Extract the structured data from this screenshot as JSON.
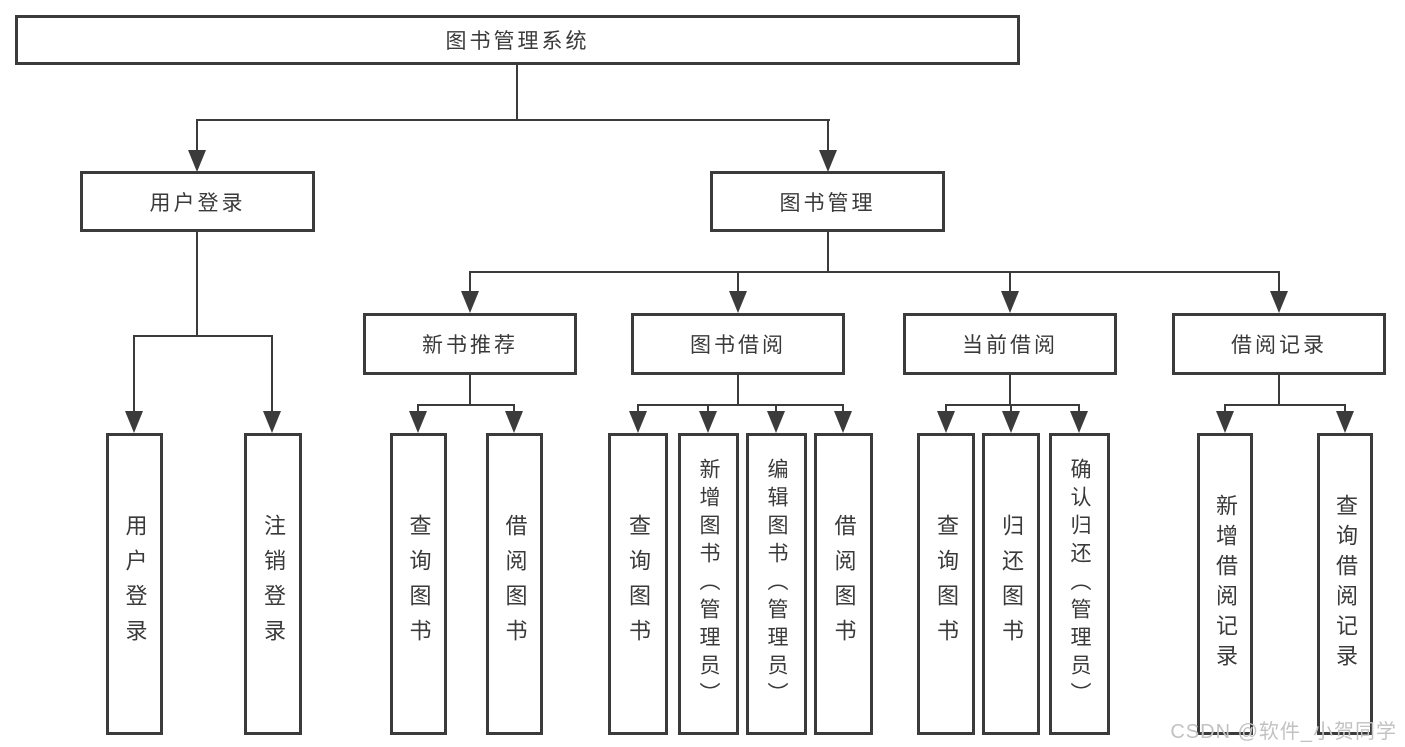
{
  "colors": {
    "line": "#3b3b3b",
    "text": "#3a3a3a",
    "background": "#ffffff",
    "watermark": "#c2c2c2"
  },
  "watermark": {
    "text": "CSDN @软件_小贺同学"
  },
  "diagram": {
    "type": "tree",
    "title": "图书管理系统",
    "children": [
      {
        "label": "用户登录",
        "children": [
          {
            "label": "用户登录"
          },
          {
            "label": "注销登录"
          }
        ]
      },
      {
        "label": "图书管理",
        "children": [
          {
            "label": "新书推荐",
            "children": [
              {
                "label": "查询图书"
              },
              {
                "label": "借阅图书"
              }
            ]
          },
          {
            "label": "图书借阅",
            "children": [
              {
                "label": "查询图书"
              },
              {
                "label": "新增图书（管理员）"
              },
              {
                "label": "编辑图书（管理员）"
              },
              {
                "label": "借阅图书"
              }
            ]
          },
          {
            "label": "当前借阅",
            "children": [
              {
                "label": "查询图书"
              },
              {
                "label": "归还图书"
              },
              {
                "label": "确认归还（管理员）"
              }
            ]
          },
          {
            "label": "借阅记录",
            "children": [
              {
                "label": "新增借阅记录"
              },
              {
                "label": "查询借阅记录"
              }
            ]
          }
        ]
      }
    ]
  }
}
